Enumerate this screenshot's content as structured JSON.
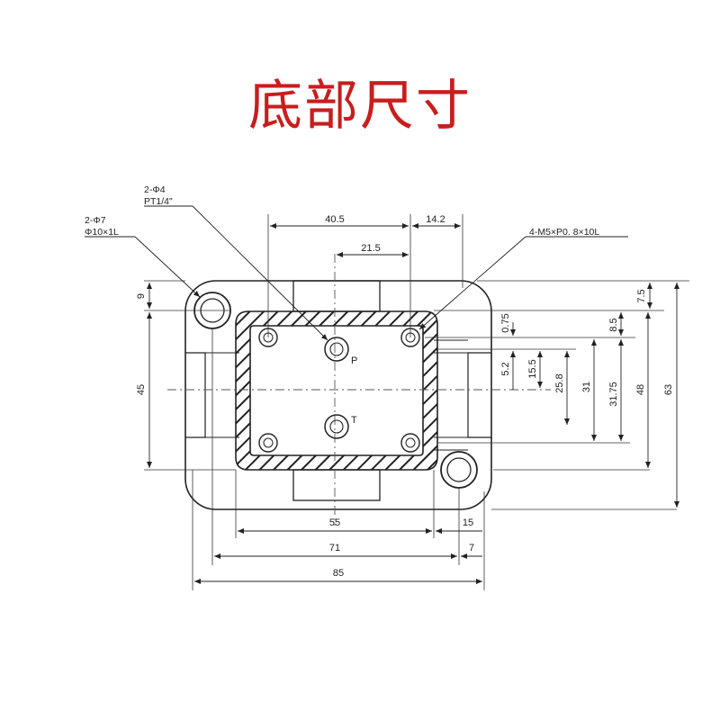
{
  "title": "底部尺寸",
  "callouts": {
    "hole_small": {
      "line1": "2-Φ4",
      "line2": "PT1/4\""
    },
    "hole_large": {
      "line1": "2-Φ7",
      "line2": "Φ10×1L"
    },
    "thread": "4-M5×P0. 8×10L"
  },
  "ports": {
    "p": "P",
    "t": "T"
  },
  "dimensions": {
    "top_40_5": "40.5",
    "top_14_2": "14.2",
    "top_21_5": "21.5",
    "left_9": "9",
    "left_45": "45",
    "right_0_75": "0.75",
    "right_5_2": "5.2",
    "right_15_5": "15.5",
    "right_25_8": "25.8",
    "right_31": "31",
    "right_31_75": "31.75",
    "right_8_5": "8.5",
    "right_48": "48",
    "right_7_5": "7.5",
    "right_63": "63",
    "bottom_55": "55",
    "bottom_15": "15",
    "bottom_71": "71",
    "bottom_7": "7",
    "bottom_85": "85"
  },
  "colors": {
    "title": "#c81e1e",
    "line": "#222222"
  }
}
